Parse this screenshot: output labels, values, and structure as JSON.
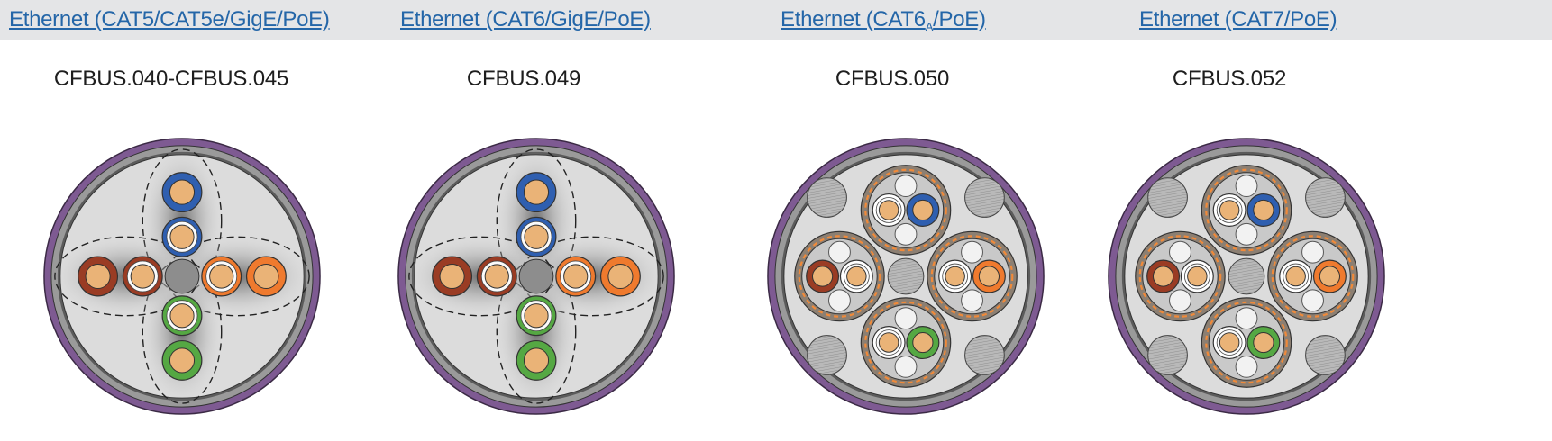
{
  "columns": [
    {
      "title": "Ethernet (CAT5/CAT5e/GigE/PoE)",
      "part_number": "CFBUS.040-CFBUS.045",
      "diagram": "cross-filler-4-pair"
    },
    {
      "title": "Ethernet (CAT6/GigE/PoE)",
      "part_number": "CFBUS.049",
      "diagram": "cross-filler-4-pair"
    },
    {
      "title_pre": "Ethernet (CAT6",
      "title_sub": "A",
      "title_post": "/PoE)",
      "part_number": "CFBUS.050",
      "diagram": "shielded-pairs-4"
    },
    {
      "title": "Ethernet (CAT7/PoE)",
      "part_number": "CFBUS.052",
      "diagram": "shielded-pairs-4"
    }
  ],
  "colors": {
    "header_bg": "#e4e5e7",
    "link": "#2466a8",
    "jacket": "#7e5a92",
    "blue": "#2f5fb0",
    "orange": "#ef7a2e",
    "brown": "#9a3c24",
    "green": "#55a843",
    "copper": "#eab377"
  }
}
